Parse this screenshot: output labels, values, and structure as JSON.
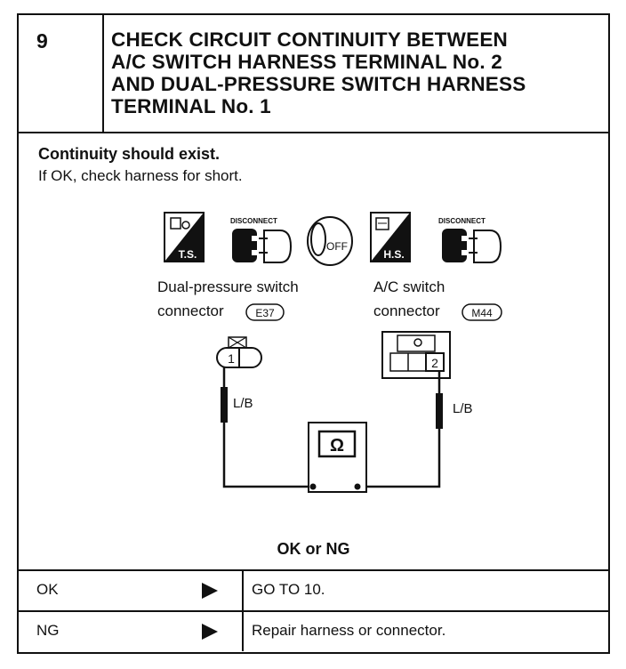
{
  "step": {
    "number": "9",
    "title_lines": [
      "CHECK CIRCUIT CONTINUITY BETWEEN",
      "A/C SWITCH HARNESS TERMINAL No. 2",
      "AND DUAL-PRESSURE SWITCH HARNESS",
      "TERMINAL No. 1"
    ]
  },
  "condition": {
    "line1": "Continuity should exist.",
    "line2": "If OK, check harness for short."
  },
  "diagram": {
    "badge_ts": "T.S.",
    "badge_hs": "H.S.",
    "disconnect_left": "DISCONNECT",
    "disconnect_right": "DISCONNECT",
    "ignition": "OFF",
    "left_connector": {
      "name_line1": "Dual-pressure  switch",
      "name_line2": "connector",
      "code": "E37",
      "terminal": "1",
      "wire": "L/B"
    },
    "right_connector": {
      "name_line1": "A/C  switch",
      "name_line2": "connector",
      "code": "M44",
      "terminal": "2",
      "wire": "L/B"
    },
    "meter_symbol": "Ω"
  },
  "result_label": "OK or NG",
  "results": [
    {
      "result": "OK",
      "action": "GO TO 10."
    },
    {
      "result": "NG",
      "action": "Repair harness or connector."
    }
  ]
}
